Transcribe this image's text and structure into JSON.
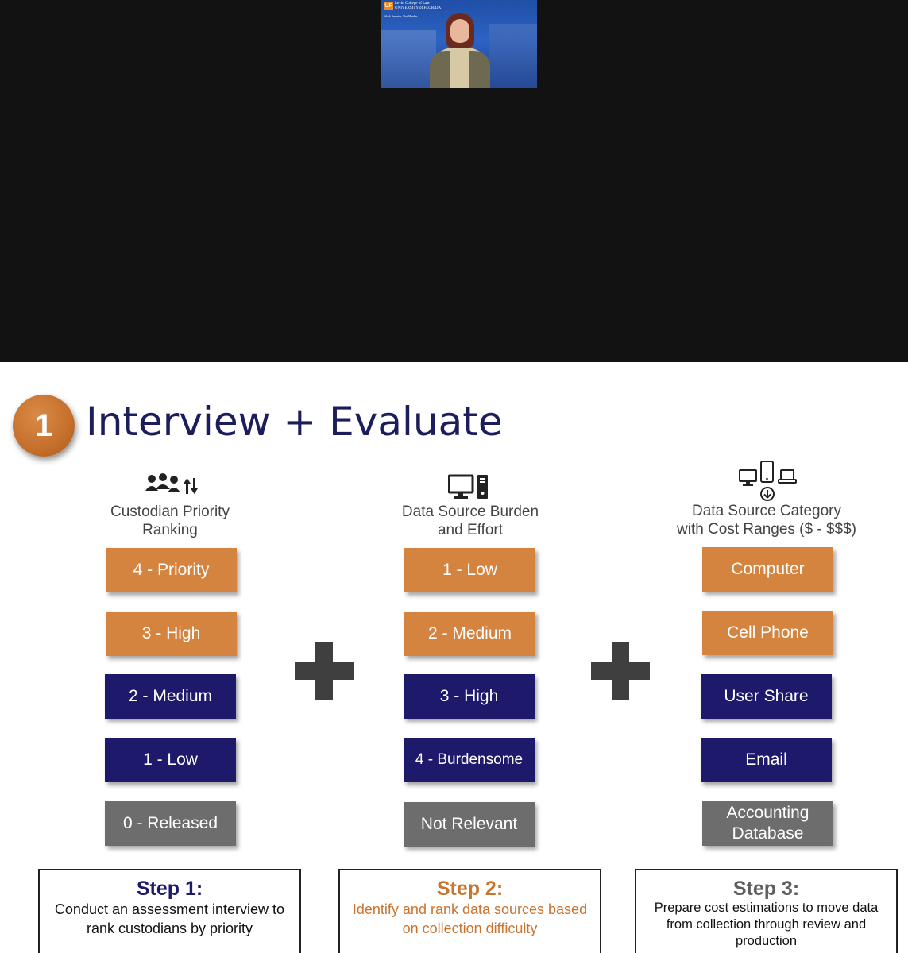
{
  "video": {
    "tile": {
      "logo_mark": "UF",
      "logo_text": "Levin College of Law UNIVERSITY of FLORIDA",
      "logo_sub": "Work Smarter, Not Harder"
    }
  },
  "slide": {
    "number": "1",
    "title": "Interview + Evaluate",
    "columns": [
      {
        "icon": "people-ranking-icon",
        "heading_line1": "Custodian Priority",
        "heading_line2": "Ranking",
        "tags": [
          {
            "label": "4 - Priority",
            "color": "orange"
          },
          {
            "label": "3 - High",
            "color": "orange"
          },
          {
            "label": "2 - Medium",
            "color": "navy"
          },
          {
            "label": "1 - Low",
            "color": "navy"
          },
          {
            "label": "0 - Released",
            "color": "gray"
          }
        ]
      },
      {
        "icon": "computer-icon",
        "heading_line1": "Data Source Burden",
        "heading_line2": "and Effort",
        "tags": [
          {
            "label": "1 - Low",
            "color": "orange"
          },
          {
            "label": "2 - Medium",
            "color": "orange"
          },
          {
            "label": "3 - High",
            "color": "navy"
          },
          {
            "label": "4 - Burdensome",
            "color": "navy"
          },
          {
            "label": "Not Relevant",
            "color": "gray"
          }
        ]
      },
      {
        "icon": "devices-download-icon",
        "heading_line1": "Data Source Category",
        "heading_line2": "with Cost Ranges ($ - $$$)",
        "tags": [
          {
            "label": "Computer",
            "color": "orange"
          },
          {
            "label": "Cell Phone",
            "color": "orange"
          },
          {
            "label": "User Share",
            "color": "navy"
          },
          {
            "label": "Email",
            "color": "navy"
          },
          {
            "label": "Accounting Database",
            "color": "gray"
          }
        ]
      }
    ],
    "steps": [
      {
        "title": "Step 1:",
        "text": "Conduct an assessment interview to rank custodians by priority",
        "color": "#1d1a6b"
      },
      {
        "title": "Step 2:",
        "text": "Identify and rank data sources based on collection difficulty",
        "color": "#c8742f"
      },
      {
        "title": "Step 3:",
        "text": "Prepare cost estimations to move data from collection through review and production",
        "color": "#5e5e5e"
      }
    ],
    "colors": {
      "orange": "#d4843f",
      "navy": "#1d1a6b",
      "gray": "#6d6d6d",
      "title": "#1c1e5c"
    }
  }
}
